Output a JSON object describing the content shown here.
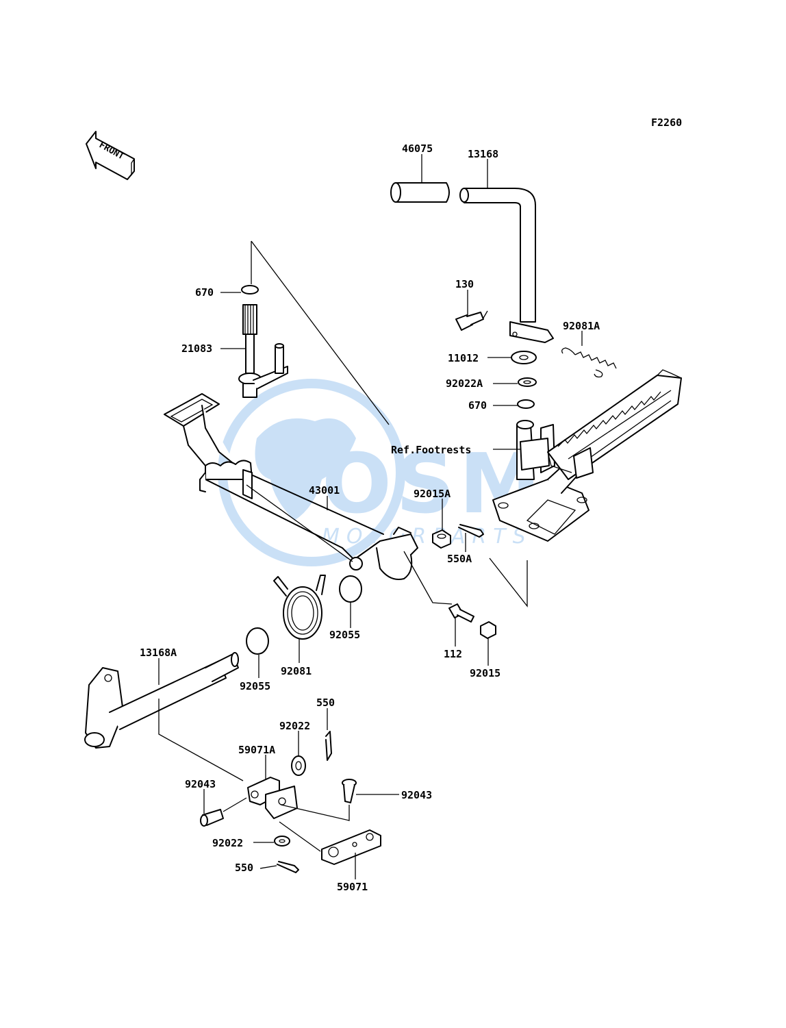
{
  "diagram_code": "F2260",
  "front_label": "FRONT",
  "watermark": {
    "brand": "OSM",
    "sub": "MOTORPARTS",
    "color": "#9fc8f0"
  },
  "labels": {
    "p46075": "46075",
    "p13168": "13168",
    "p670_top": "670",
    "p21083": "21083",
    "p130": "130",
    "p92081A": "92081A",
    "p11012": "11012",
    "p92022A": "92022A",
    "p670_mid": "670",
    "ref_footrests": "Ref.Footrests",
    "p43001": "43001",
    "p92015A": "92015A",
    "p550A": "550A",
    "p92055_r": "92055",
    "p112": "112",
    "p92015": "92015",
    "p13168A": "13168A",
    "p92055_l": "92055",
    "p92081": "92081",
    "p550_top": "550",
    "p92022_top": "92022",
    "p59071A": "59071A",
    "p92043_l": "92043",
    "p92043_r": "92043",
    "p92022_bot": "92022",
    "p550_bot": "550",
    "p59071": "59071"
  }
}
